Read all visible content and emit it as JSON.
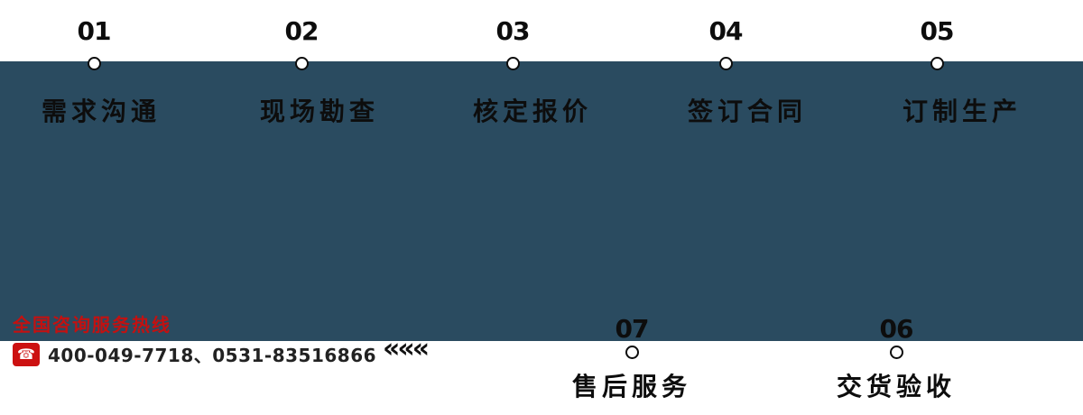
{
  "theme": {
    "band_color": "#2a4b60",
    "accent_red": "#c31111",
    "text_dark": "#0d0d0d",
    "dot_fill": "#ffffff",
    "dot_border": "#0d0d0d"
  },
  "banner": {
    "steps_top": [
      {
        "number": "01",
        "label": "需求沟通"
      },
      {
        "number": "02",
        "label": "现场勘查"
      },
      {
        "number": "03",
        "label": "核定报价"
      },
      {
        "number": "04",
        "label": "签订合同"
      },
      {
        "number": "05",
        "label": "订制生产"
      }
    ],
    "steps_bottom": [
      {
        "number": "07",
        "label": "售后服务"
      },
      {
        "number": "06",
        "label": "交货验收"
      }
    ],
    "hotline": {
      "title": "全国咨询服务热线",
      "numbers": "400-049-7718、0531-83516866",
      "phone_icon_glyph": "☎"
    },
    "arrows_glyph": "«««"
  }
}
